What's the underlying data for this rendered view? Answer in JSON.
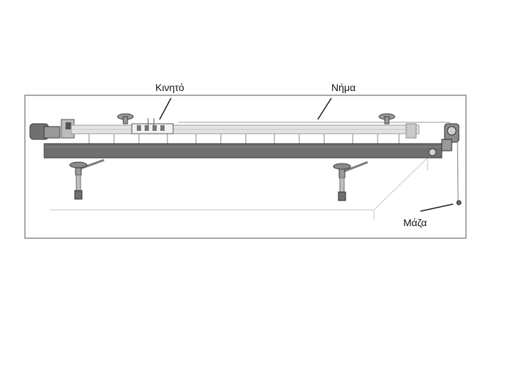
{
  "labels": {
    "cart": "Κινητό",
    "string": "Νήμα",
    "mass": "Μάζα"
  },
  "colors": {
    "frame": "#8a8a8a",
    "track": "#6f6f6f",
    "rail": "#dcdcdc",
    "line": "#1a1a1a"
  }
}
